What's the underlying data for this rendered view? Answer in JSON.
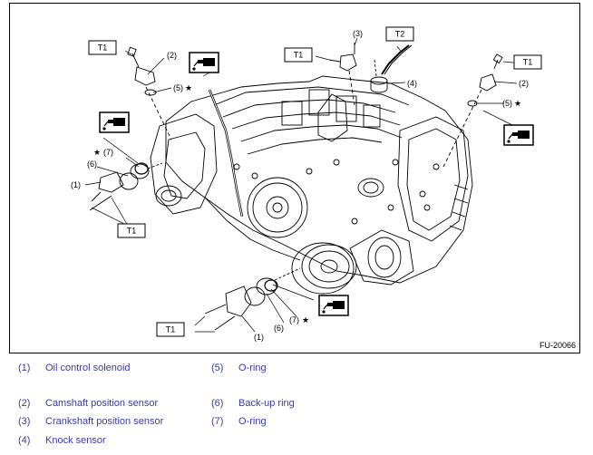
{
  "figure": {
    "figure_id": "FU-20066",
    "torque_labels": {
      "t1": "T1",
      "t2": "T2"
    },
    "callouts": {
      "c1": "(1)",
      "c2": "(2)",
      "c3": "(3)",
      "c4": "(4)",
      "c5": "(5)",
      "c6": "(6)",
      "c7": "(7)",
      "star": "★"
    },
    "icons": [
      "oil-apply-icon"
    ]
  },
  "legend": {
    "items": [
      {
        "num": "(1)",
        "label": "Oil control solenoid"
      },
      {
        "num": "(2)",
        "label": "Camshaft position sensor"
      },
      {
        "num": "(3)",
        "label": "Crankshaft position sensor"
      },
      {
        "num": "(4)",
        "label": "Knock sensor"
      },
      {
        "num": "(5)",
        "label": "O-ring"
      },
      {
        "num": "(6)",
        "label": "Back-up ring"
      },
      {
        "num": "(7)",
        "label": "O-ring"
      }
    ],
    "color": "#3a3aa8"
  }
}
